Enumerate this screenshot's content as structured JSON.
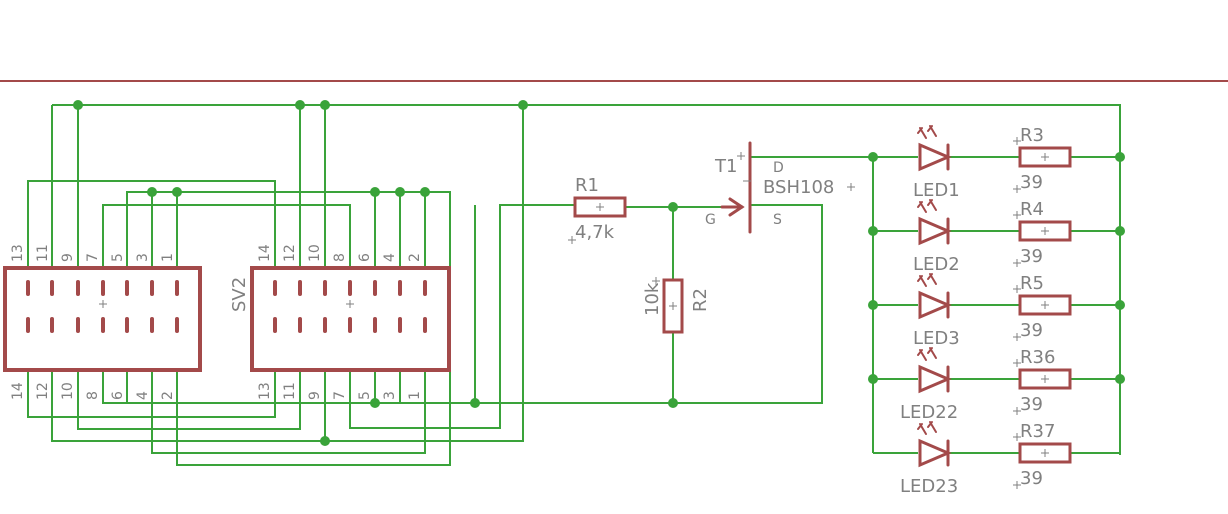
{
  "colors": {
    "wire": "#3aa33a",
    "part": "#a34a4a",
    "text": "#808080",
    "background": "#ffffff"
  },
  "header": {
    "sv2": "SV2"
  },
  "connector_left": {
    "top_pins": [
      "13",
      "11",
      "9",
      "7",
      "5",
      "3",
      "1"
    ],
    "bottom_pins": [
      "14",
      "12",
      "10",
      "8",
      "6",
      "4",
      "2"
    ]
  },
  "connector_right": {
    "top_pins": [
      "14",
      "12",
      "10",
      "8",
      "6",
      "4",
      "2"
    ],
    "bottom_pins": [
      "13",
      "11",
      "9",
      "7",
      "5",
      "3",
      "1"
    ]
  },
  "r1": {
    "name": "R1",
    "value": "4,7k"
  },
  "r2": {
    "name": "R2",
    "value": "10k"
  },
  "t1": {
    "name": "T1",
    "type": "BSH108",
    "pin_d": "D",
    "pin_g": "G",
    "pin_s": "S"
  },
  "leds": [
    {
      "led": "LED1",
      "res": "R3",
      "val": "39"
    },
    {
      "led": "LED2",
      "res": "R4",
      "val": "39"
    },
    {
      "led": "LED3",
      "res": "R5",
      "val": "39"
    },
    {
      "led": "LED22",
      "res": "R36",
      "val": "39"
    },
    {
      "led": "LED23",
      "res": "R37",
      "val": "39"
    }
  ]
}
